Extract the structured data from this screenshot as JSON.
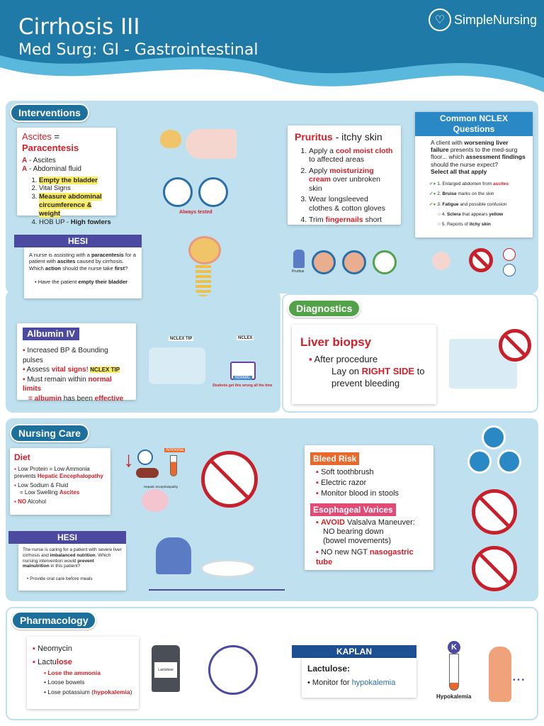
{
  "header": {
    "title": "Cirrhosis III",
    "subtitle": "Med Surg: GI - Gastrointestinal",
    "brand": "SimpleNursing"
  },
  "interventions": {
    "label": "Interventions",
    "ascites": {
      "heading_a": "Ascites",
      "heading_eq": " = ",
      "heading_b": "Paracentesis",
      "a1_key": "A",
      "a1_text": " - Ascites",
      "a2_key": "A",
      "a2_text": " - Abdominal fluid",
      "steps": [
        "Empty the bladder",
        "Vital Signs",
        "Measure abdominal circumference & weight",
        "HOB UP - "
      ],
      "step4_bold": "High fowlers"
    },
    "always_tested": "Always tested",
    "hesi": {
      "bar": "HESI",
      "q1": "A nurse is assisting with a ",
      "q_b1": "paracentesis",
      "q2": " for a patient with ",
      "q_b2": "ascites",
      "q3": " caused by cirrhosis. Which ",
      "q_b3": "action",
      "q4": " should the nurse take ",
      "q_b4": "first",
      "q5": "?",
      "ans1": "Have the patient ",
      "ans_b": "empty their bladder"
    },
    "albumin": {
      "heading": "Albumin IV",
      "i1": "Increased BP & Bounding pulses",
      "i2a": "Assess ",
      "i2b": "vital signs",
      "i2c": "! ",
      "tip": "NCLEX TIP",
      "i3a": "Must remain within ",
      "i3b": "normal limits",
      "i3c": "= albumin",
      "i3d": " has been ",
      "i3e": "effective"
    },
    "nclex_tip_small": "NCLEX TIP",
    "nclex_small": "NCLEX",
    "normal_small": "NORMAL",
    "students_note": "Students get this wrong all the time",
    "pruritus": {
      "heading_a": "Pruritus",
      "heading_b": " - itchy skin",
      "s1a": "Apply a ",
      "s1b": "cool moist cloth",
      "s1c": " to affected areas",
      "s2a": "Apply ",
      "s2b": "moisturizing cream",
      "s2c": " over unbroken skin",
      "s3": "Wear longsleeved clothes & cotton gloves",
      "s4a": "Trim ",
      "s4b": "fingernails",
      "s4c": " short"
    },
    "pruritus_small": "Pruritus",
    "nclex_q": {
      "bar": "Common NCLEX Questions",
      "p1": "A client with ",
      "p1b": "worsening liver failure",
      "p2": " presents to the med-surg floor... which ",
      "p2b": "assessment findings",
      "p3": " should the nurse expect?",
      "select": "Select all that apply",
      "opts": [
        {
          "n": "1.",
          "b": "",
          "t": " Enlarged abdomen from ",
          "r": "ascites"
        },
        {
          "n": "2.",
          "b": "Bruise",
          "t": " marks on the skin",
          "r": ""
        },
        {
          "n": "3.",
          "b": "Fatigue",
          "t": " and possible confusion",
          "r": ""
        },
        {
          "n": "4.",
          "b": "Sclera",
          "t": " that appears ",
          "r": "yellow"
        },
        {
          "n": "5.",
          "b": "",
          "t": " Reports of ",
          "r": "itchy skin"
        }
      ]
    }
  },
  "diagnostics": {
    "label": "Diagnostics",
    "heading": "Liver biopsy",
    "l1": "After procedure",
    "l2a": "Lay on ",
    "l2b": "RIGHT SIDE",
    "l2c": " to",
    "l3": "prevent bleeding"
  },
  "nursing": {
    "label": "Nursing Care",
    "diet": {
      "heading": "Diet",
      "d1a": "Low Protein = Low Ammonia prevents ",
      "d1b": "Hepatic Encephalopathy",
      "d2a": "Low Sodium & Fluid",
      "d2b": "= Low Swelling ",
      "d2c": "Ascites",
      "d3a": "NO",
      "d3b": " Alcohol"
    },
    "ammonia_small": "Ammonia",
    "hepatic_small": "Hepatic encephalopathy",
    "hesi": {
      "bar": "HESI",
      "q1": "The nurse is caring for a patient with severe liver cirrhosis and ",
      "qb1": "imbalanced nutrition",
      "q2": ". Which nursing intervention would ",
      "qb2": "prevent malnutrition",
      "q3": " in this patient?",
      "ans": "Provide oral care before meals"
    },
    "bleed": {
      "heading": "Bleed Risk",
      "items": [
        "Soft toothbrush",
        "Electric razor",
        "Monitor blood in stools"
      ]
    },
    "varices": {
      "heading": "Esophageal Varices",
      "v1a": "AVOID",
      "v1b": " Valsalva Maneuver:",
      "v1c": "NO bearing down",
      "v1d": "(bowel movements)",
      "v2a": "NO new NGT ",
      "v2b": "nasogastric tube"
    }
  },
  "pharm": {
    "label": "Pharmacology",
    "m1": "Neomycin",
    "m2a": "Lactu",
    "m2b": "lose",
    "subs": [
      {
        "t": "Lose the ammonia",
        "red": true
      },
      {
        "t": "Loose bowels",
        "red": false
      },
      {
        "t": "Lose potassium (",
        "red": false,
        "r": "hypokalemia",
        "e": ")"
      }
    ],
    "bottle": "Lactulose",
    "kaplan": {
      "bar": "KAPLAN",
      "heading": "Lactulose:",
      "item_a": "Monitor for ",
      "item_b": "hypokalemia"
    },
    "k_label": "K",
    "hypo_label": "Hypokalemia"
  }
}
